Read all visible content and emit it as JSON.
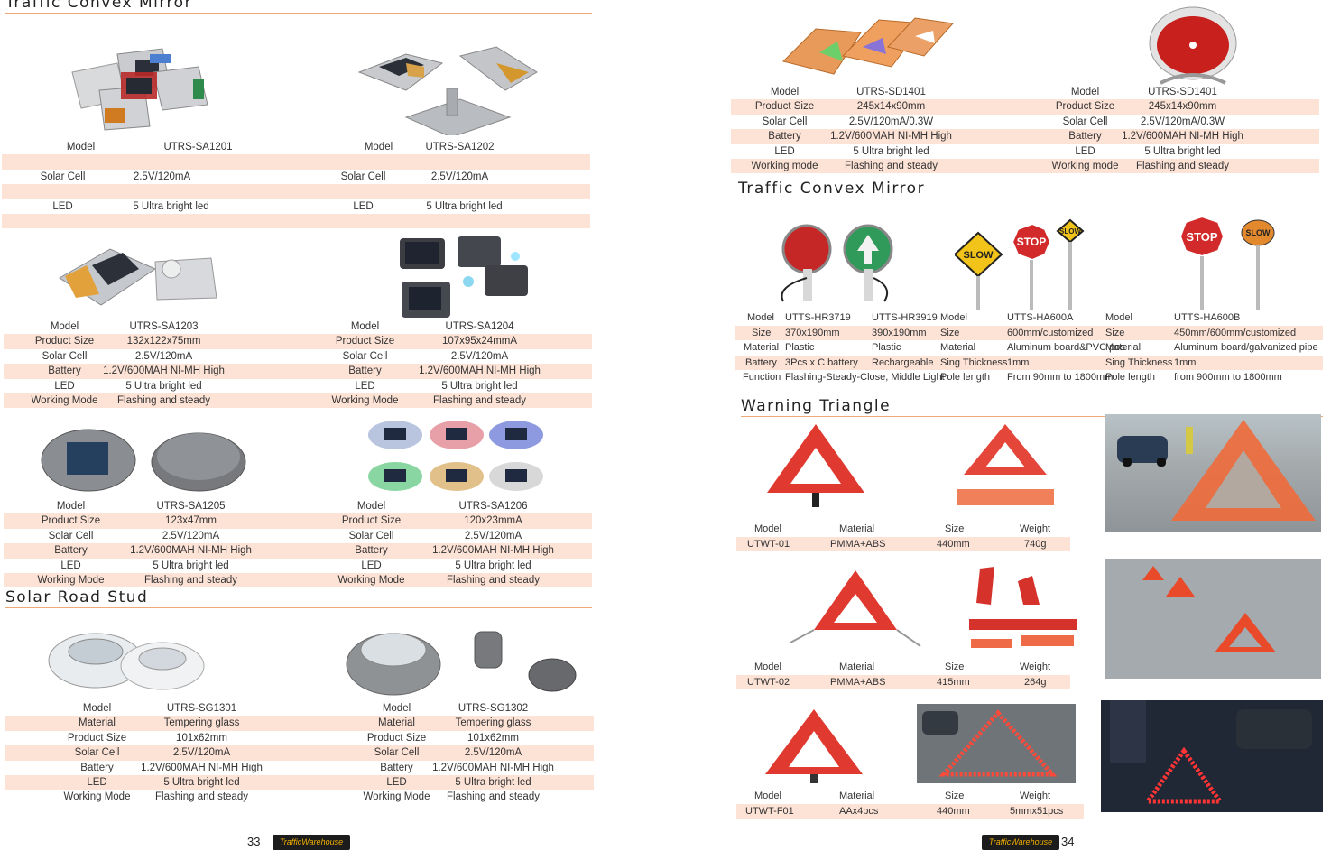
{
  "left": {
    "header_title": "Traffic Convex Mirror",
    "section_title": "Solar Road Stud",
    "page_number": "33",
    "logo_text": "TrafficWarehouse",
    "products": [
      {
        "rows": [
          [
            "Model",
            "UTRS-SA1201"
          ],
          [
            "",
            ""
          ],
          [
            "Solar Cell",
            "2.5V/120mA"
          ],
          [
            "",
            ""
          ],
          [
            "LED",
            "5 Ultra bright led"
          ],
          [
            "",
            ""
          ]
        ]
      },
      {
        "rows": [
          [
            "Model",
            "UTRS-SA1202"
          ],
          [
            "",
            ""
          ],
          [
            "Solar Cell",
            "2.5V/120mA"
          ],
          [
            "",
            ""
          ],
          [
            "LED",
            "5 Ultra bright led"
          ],
          [
            "",
            ""
          ]
        ]
      },
      {
        "rows": [
          [
            "Model",
            "UTRS-SA1203"
          ],
          [
            "Product Size",
            "132x122x75mm"
          ],
          [
            "Solar Cell",
            "2.5V/120mA"
          ],
          [
            "Battery",
            "1.2V/600MAH NI-MH High"
          ],
          [
            "LED",
            "5 Ultra bright led"
          ],
          [
            "Working Mode",
            "Flashing and steady"
          ]
        ]
      },
      {
        "rows": [
          [
            "Model",
            "UTRS-SA1204"
          ],
          [
            "Product Size",
            "107x95x24mmA"
          ],
          [
            "Solar Cell",
            "2.5V/120mA"
          ],
          [
            "Battery",
            "1.2V/600MAH NI-MH High"
          ],
          [
            "LED",
            "5 Ultra bright led"
          ],
          [
            "Working Mode",
            "Flashing and steady"
          ]
        ]
      },
      {
        "rows": [
          [
            "Model",
            "UTRS-SA1205"
          ],
          [
            "Product Size",
            "123x47mm"
          ],
          [
            "Solar Cell",
            "2.5V/120mA"
          ],
          [
            "Battery",
            "1.2V/600MAH NI-MH High"
          ],
          [
            "LED",
            "5 Ultra bright led"
          ],
          [
            "Working Mode",
            "Flashing and steady"
          ]
        ]
      },
      {
        "rows": [
          [
            "Model",
            "UTRS-SA1206"
          ],
          [
            "Product Size",
            "120x23mmA"
          ],
          [
            "Solar Cell",
            "2.5V/120mA"
          ],
          [
            "Battery",
            "1.2V/600MAH NI-MH High"
          ],
          [
            "LED",
            "5 Ultra bright led"
          ],
          [
            "Working Mode",
            "Flashing and steady"
          ]
        ]
      },
      {
        "rows": [
          [
            "Model",
            "UTRS-SG1301"
          ],
          [
            "Material",
            "Tempering glass"
          ],
          [
            "Product Size",
            "101x62mm"
          ],
          [
            "Solar Cell",
            "2.5V/120mA"
          ],
          [
            "Battery",
            "1.2V/600MAH NI-MH High"
          ],
          [
            "LED",
            "5 Ultra bright led"
          ],
          [
            "Working Mode",
            "Flashing and steady"
          ]
        ]
      },
      {
        "rows": [
          [
            "Model",
            "UTRS-SG1302"
          ],
          [
            "Material",
            "Tempering glass"
          ],
          [
            "Product Size",
            "101x62mm"
          ],
          [
            "Solar Cell",
            "2.5V/120mA"
          ],
          [
            "Battery",
            "1.2V/600MAH NI-MH High"
          ],
          [
            "LED",
            "5 Ultra bright led"
          ],
          [
            "Working Mode",
            "Flashing and steady"
          ]
        ]
      }
    ]
  },
  "right": {
    "section_mirror": "Traffic Convex Mirror",
    "section_triangle": "Warning Triangle",
    "page_number": "34",
    "logo_text": "TrafficWarehouse",
    "top_products": [
      {
        "rows": [
          [
            "Model",
            "UTRS-SD1401"
          ],
          [
            "Product Size",
            "245x14x90mm"
          ],
          [
            "Solar Cell",
            "2.5V/120mA/0.3W"
          ],
          [
            "Battery",
            "1.2V/600MAH NI-MH High"
          ],
          [
            "LED",
            "5 Ultra bright led"
          ],
          [
            "Working mode",
            "Flashing and steady"
          ]
        ]
      },
      {
        "rows": [
          [
            "Model",
            "UTRS-SD1401"
          ],
          [
            "Product Size",
            "245x14x90mm"
          ],
          [
            "Solar Cell",
            "2.5V/120mA/0.3W"
          ],
          [
            "Battery",
            "1.2V/600MAH NI-MH High"
          ],
          [
            "LED",
            "5 Ultra bright led"
          ],
          [
            "Working mode",
            "Flashing and steady"
          ]
        ]
      }
    ],
    "sign_labels": {
      "slow": "SLOW",
      "stop": "STOP"
    },
    "paddle_table": [
      [
        "Model",
        "UTTS-HR3719",
        "UTTS-HR3919",
        "Model",
        "UTTS-HA600A",
        "Model",
        "UTTS-HA600B"
      ],
      [
        "Size",
        "370x190mm",
        "390x190mm",
        "Size",
        "600mm/customized",
        "Size",
        "450mm/600mm/customized"
      ],
      [
        "Material",
        "Plastic",
        "Plastic",
        "Material",
        "Aluminum board&PVC pos",
        "Material",
        "Aluminum board/galvanized pipe"
      ],
      [
        "Battery",
        "3Pcs x C battery",
        "Rechargeable",
        "Sing Thickness",
        "1mm",
        "Sing Thickness",
        "1mm"
      ],
      [
        "Function",
        "Flashing-Steady-Close, Middle Light",
        "",
        "Pole length",
        "From 90mm to 1800mm",
        "Pole length",
        "from 900mm to 1800mm"
      ]
    ],
    "triangles": [
      {
        "header": [
          "Model",
          "Material",
          "Size",
          "Weight"
        ],
        "values": [
          "UTWT-01",
          "PMMA+ABS",
          "440mm",
          "740g"
        ]
      },
      {
        "header": [
          "Model",
          "Material",
          "Size",
          "Weight"
        ],
        "values": [
          "UTWT-02",
          "PMMA+ABS",
          "415mm",
          "264g"
        ]
      },
      {
        "header": [
          "Model",
          "Material",
          "Size",
          "Weight"
        ],
        "values": [
          "UTWT-F01",
          "AAx4pcs",
          "440mm",
          "5mmx51pcs"
        ]
      }
    ]
  }
}
